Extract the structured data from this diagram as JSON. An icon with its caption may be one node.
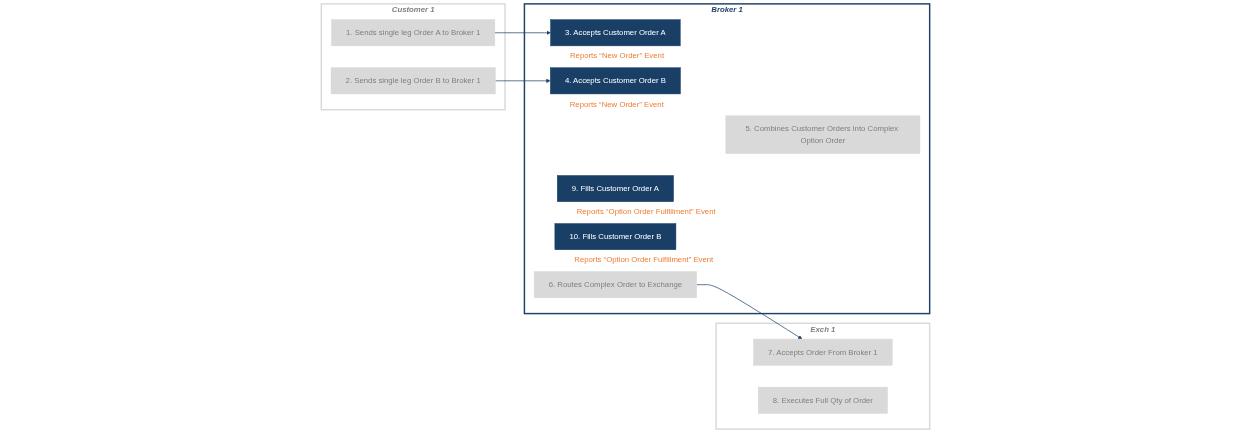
{
  "diagram": {
    "nodes": [
      {
        "text": [
          "Customer 1"
        ]
      },
      {
        "text": [
          "1. Sends single leg Order A to Broker 1"
        ],
        "in": 0
      },
      {
        "text": [
          "2. Sends single leg Order B to Broker 1"
        ],
        "in": 0
      },
      {
        "text": [
          "Broker 1"
        ]
      },
      {
        "text": [
          "3. Accepts Customer Order A"
        ],
        "in": 3,
        "beside": [
          "Reports “New Order” Event"
        ]
      },
      {
        "text": [
          "4. Accepts Customer Order B"
        ],
        "in": 3,
        "beside": [
          "Reports “New Order” Event"
        ]
      },
      {
        "text": [
          "5. Combines Customer Orders into Complex Option Order"
        ],
        "in": 3
      },
      {
        "text": [
          "6. Routes Complex Order to Exchange"
        ],
        "in": 3
      },
      {
        "text": [
          "9. Fills Customer Order A"
        ],
        "in": 3,
        "beside": [
          "Reports “Option Order Fulfillment” Event"
        ]
      },
      {
        "text": [
          "10. Fills Customer Order B"
        ],
        "in": 3,
        "beside": [
          "Reports “Option Order Fulfillment” Event"
        ]
      },
      {
        "text": [
          "Exch 1"
        ]
      },
      {
        "text": [
          "7. Accepts Order From Broker 1"
        ],
        "in": 10
      },
      {
        "text": [
          "8. Executes Full Qty of Order"
        ],
        "in": 10
      }
    ],
    "edges": [
      {
        "from": 1,
        "to": 4,
        "arrow": "to"
      },
      {
        "from": 2,
        "to": 5,
        "arrow": "to"
      },
      {
        "from": 7,
        "to": 11,
        "arrow": "to"
      }
    ]
  }
}
